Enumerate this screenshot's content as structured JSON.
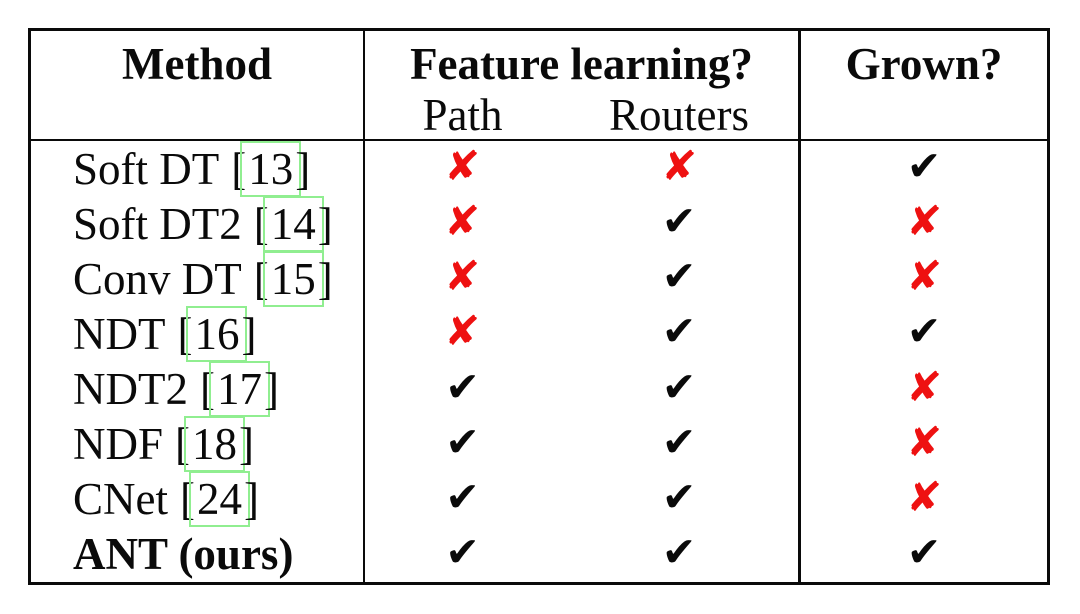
{
  "table": {
    "header": {
      "method": "Method",
      "feature_learning": "Feature learning?",
      "path": "Path",
      "routers": "Routers",
      "grown": "Grown?"
    },
    "cite_brackets": {
      "open": "[",
      "close": "]"
    },
    "marks": {
      "check": "✔",
      "cross": "✘"
    },
    "colors": {
      "check": "#0a0a0a",
      "cross": "#ee1111",
      "citation_box": "#90ee90",
      "border": "#0a0a0a",
      "background": "#ffffff"
    },
    "rows": [
      {
        "method": "Soft DT",
        "cite": "13",
        "path": "cross",
        "routers": "cross",
        "grown": "check",
        "emphasis": false
      },
      {
        "method": "Soft DT2",
        "cite": "14",
        "path": "cross",
        "routers": "check",
        "grown": "cross",
        "emphasis": false
      },
      {
        "method": "Conv DT",
        "cite": "15",
        "path": "cross",
        "routers": "check",
        "grown": "cross",
        "emphasis": false
      },
      {
        "method": "NDT",
        "cite": "16",
        "path": "cross",
        "routers": "check",
        "grown": "check",
        "emphasis": false
      },
      {
        "method": "NDT2",
        "cite": "17",
        "path": "check",
        "routers": "check",
        "grown": "cross",
        "emphasis": false
      },
      {
        "method": "NDF",
        "cite": "18",
        "path": "check",
        "routers": "check",
        "grown": "cross",
        "emphasis": false
      },
      {
        "method": "CNet",
        "cite": "24",
        "path": "check",
        "routers": "check",
        "grown": "cross",
        "emphasis": false
      },
      {
        "method": "ANT (ours)",
        "cite": null,
        "path": "check",
        "routers": "check",
        "grown": "check",
        "emphasis": true
      }
    ]
  }
}
